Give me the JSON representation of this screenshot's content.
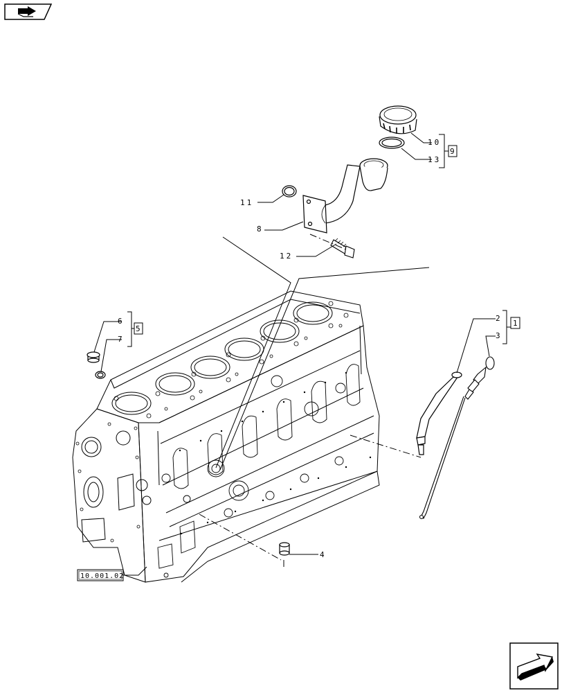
{
  "callouts": {
    "c1": "1",
    "c2": "2",
    "c3": "3",
    "c4": "4",
    "c5": "5",
    "c6": "6",
    "c7": "7",
    "c8": "8",
    "c9": "9",
    "c10": "10",
    "c11": "11",
    "c12": "12",
    "c13": "13"
  },
  "ref_box": "10.001.02",
  "icons": {
    "top_left": "book-arrow-icon",
    "bottom_right": "next-page-arrow-icon"
  }
}
